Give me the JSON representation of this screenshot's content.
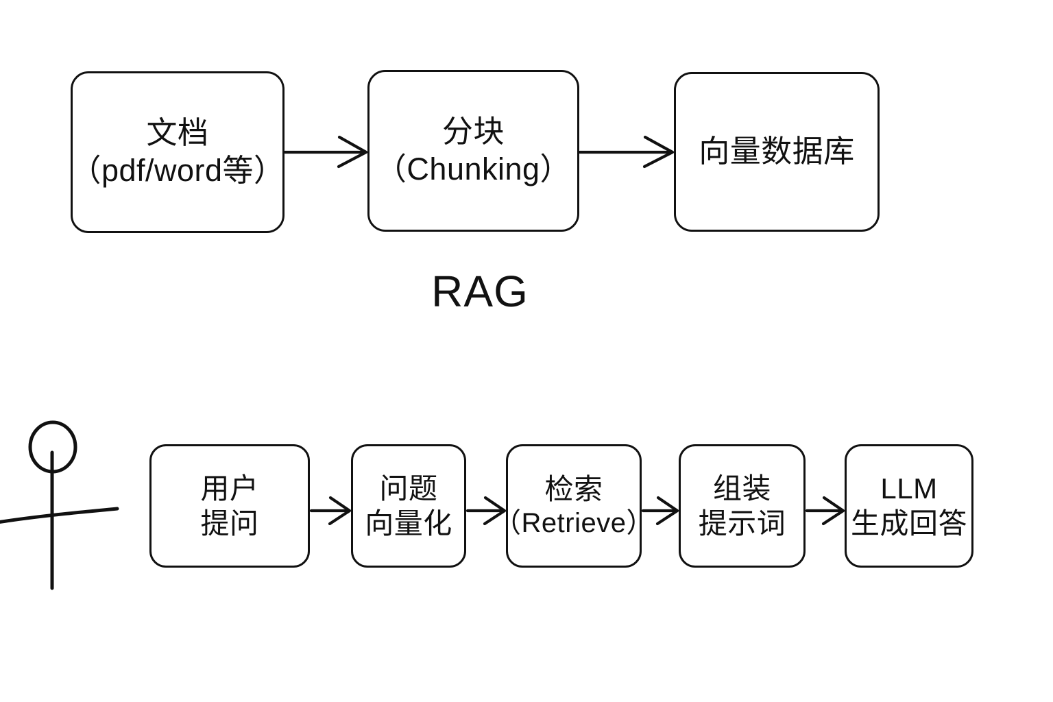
{
  "diagram": {
    "title_label": "RAG",
    "background_color": "#ffffff",
    "stroke_color": "#111111",
    "top_row": {
      "name": "indexing-pipeline",
      "nodes": [
        {
          "id": "doc",
          "line1": "文档",
          "line2": "（pdf/word等）"
        },
        {
          "id": "chunk",
          "line1": "分块",
          "line2": "（Chunking）"
        },
        {
          "id": "vectordb",
          "line1": "向量数据库",
          "line2": ""
        }
      ],
      "arrows": [
        {
          "id": "doc-to-chunk",
          "from": "doc",
          "to": "chunk"
        },
        {
          "id": "chunk-to-vectordb",
          "from": "chunk",
          "to": "vectordb"
        }
      ]
    },
    "bottom_row": {
      "name": "query-pipeline",
      "actor": "stick-figure-user",
      "nodes": [
        {
          "id": "userq",
          "line1": "用户",
          "line2": "提问"
        },
        {
          "id": "embed",
          "line1": "问题",
          "line2": "向量化"
        },
        {
          "id": "retrieve",
          "line1": "检索",
          "line2": "（Retrieve）"
        },
        {
          "id": "prompt",
          "line1": "组装",
          "line2": "提示词"
        },
        {
          "id": "llm",
          "line1": "LLM",
          "line2": "生成回答"
        }
      ],
      "arrows": [
        {
          "id": "userq-to-embed",
          "from": "userq",
          "to": "embed"
        },
        {
          "id": "embed-to-retrieve",
          "from": "embed",
          "to": "retrieve"
        },
        {
          "id": "retrieve-to-prompt",
          "from": "retrieve",
          "to": "prompt"
        },
        {
          "id": "prompt-to-llm",
          "from": "prompt",
          "to": "llm"
        }
      ]
    }
  }
}
